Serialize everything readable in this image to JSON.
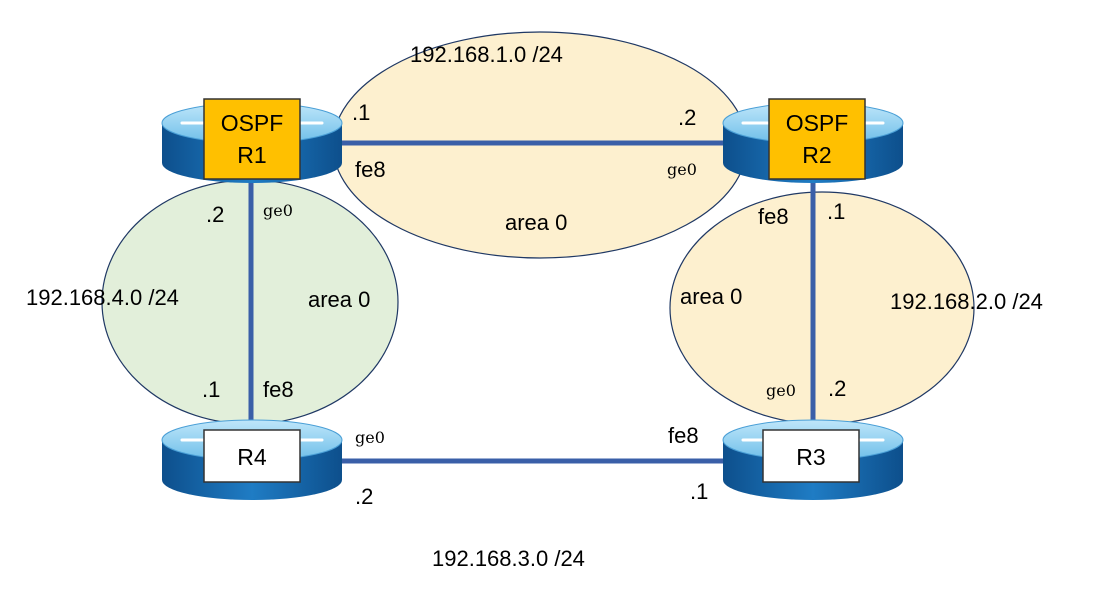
{
  "colors": {
    "area_fill": "#fdf0cf",
    "area_fill_green": "#e2efda",
    "area_stroke": "#1f3864",
    "link": "#3a5fa8",
    "router_side": "#1a6fb5",
    "router_top": "#8fd0f2",
    "ospf_label_bg": "#ffc000",
    "plain_label_bg": "#ffffff"
  },
  "networks": {
    "n1": "192.168.1.0 /24",
    "n2": "192.168.2.0 /24",
    "n3": "192.168.3.0 /24",
    "n4": "192.168.4.0 /24"
  },
  "areas": {
    "top": "area 0",
    "left": "area 0",
    "right": "area 0"
  },
  "routers": {
    "r1": {
      "line1": "OSPF",
      "line2": "R1",
      "ospf": true
    },
    "r2": {
      "line1": "OSPF",
      "line2": "R2",
      "ospf": true
    },
    "r3": {
      "name": "R3",
      "ospf": false
    },
    "r4": {
      "name": "R4",
      "ospf": false
    }
  },
  "links": {
    "r1_r2": {
      "r1_host": ".1",
      "r1_if": "fe8",
      "r2_host": ".2",
      "r2_if": "ge0"
    },
    "r2_r3": {
      "r2_if": "fe8",
      "r2_host": ".1",
      "r3_if": "ge0",
      "r3_host": ".2"
    },
    "r3_r4": {
      "r3_if": "fe8",
      "r3_host": ".1",
      "r4_if": "ge0",
      "r4_host": ".2"
    },
    "r4_r1": {
      "r1_host": ".2",
      "r1_if": "ge0",
      "r4_host": ".1",
      "r4_if": "fe8"
    }
  }
}
